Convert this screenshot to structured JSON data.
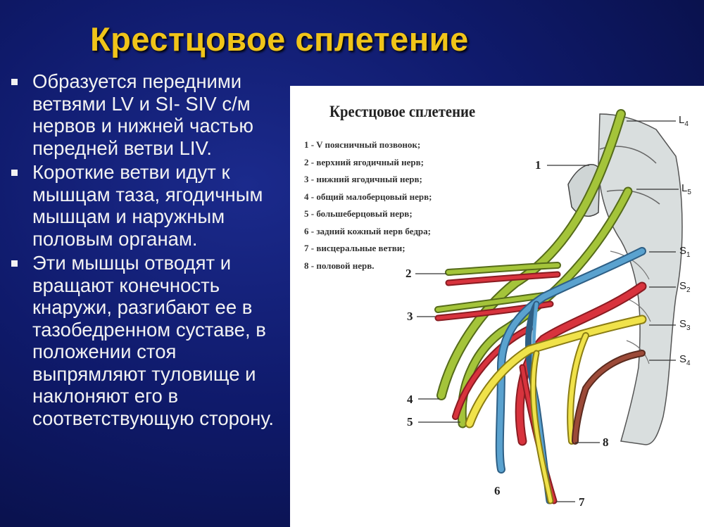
{
  "slide": {
    "title": "Крестцовое сплетение",
    "bullets": [
      "Образуется передними ветвями LV и  SI- SIV с/м нервов и нижней частью передней ветви LIV.",
      "Короткие ветви идут к мышцам таза, ягодичным мышцам и наружным половым органам.",
      "Эти мышцы отводят и вращают конечность кнаружи, разгибают ее в тазобедренном суставе, в положении стоя выпрямляют туловище и наклоняют его в соответствующую сторону."
    ]
  },
  "diagram": {
    "title": "Крестцовое сплетение",
    "legend": [
      "1 - V поясничный позвонок;",
      "2 - верхний ягодичный нерв;",
      "3 - нижний ягодичный нерв;",
      "4 - общий малоберцовый нерв;",
      "5 - большеберцовый нерв;",
      "6 - задний кожный нерв бедра;",
      "7 - висцеральные ветви;",
      "8 - половой нерв."
    ],
    "number_labels": [
      "1",
      "2",
      "3",
      "4",
      "5",
      "6",
      "7",
      "8"
    ],
    "root_labels": {
      "l4": {
        "letter": "L",
        "sub": "4"
      },
      "l5": {
        "letter": "L",
        "sub": "5"
      },
      "s1": {
        "letter": "S",
        "sub": "1"
      },
      "s2": {
        "letter": "S",
        "sub": "2"
      },
      "s3": {
        "letter": "S",
        "sub": "3"
      },
      "s4": {
        "letter": "S",
        "sub": "4"
      }
    },
    "colors": {
      "bone": "#d9dede",
      "nerve_green": "#a4c43a",
      "nerve_red": "#d8333d",
      "nerve_blue": "#5aa2cf",
      "nerve_yellow": "#f0e24a",
      "nerve_brown": "#9c4a38"
    }
  }
}
